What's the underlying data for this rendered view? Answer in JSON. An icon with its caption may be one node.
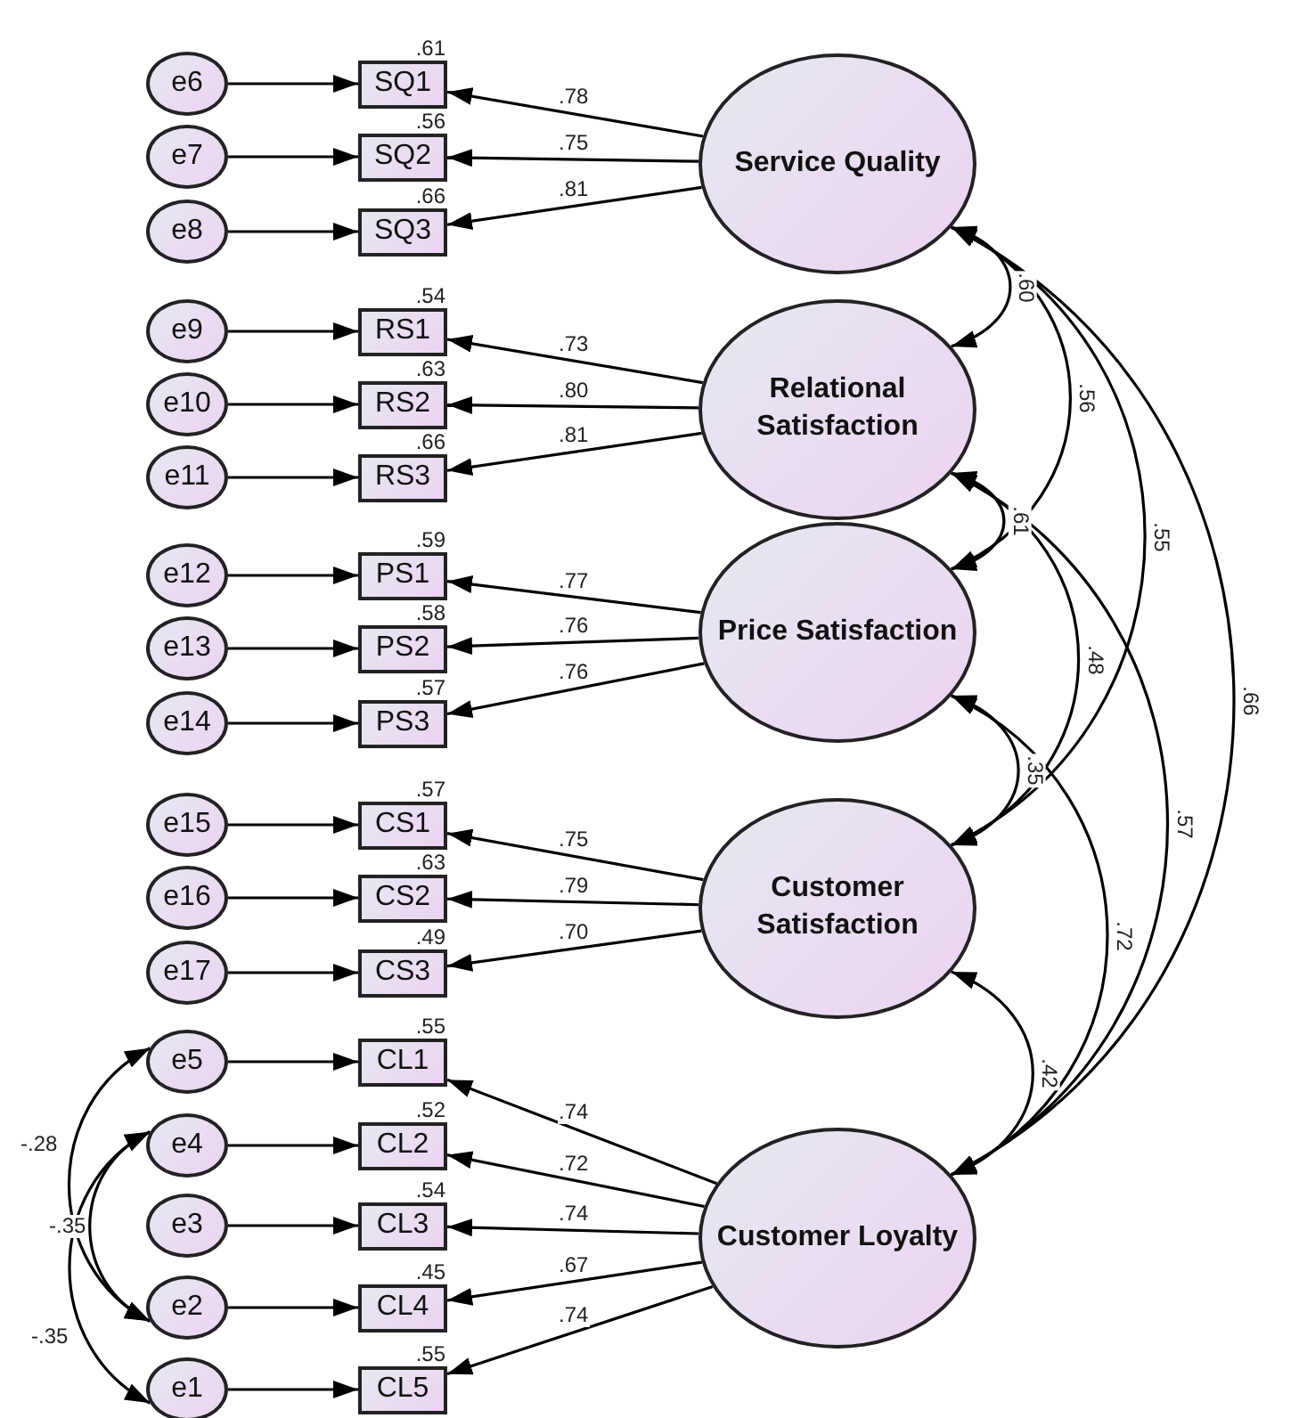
{
  "diagram": {
    "nodes": [
      {
        "text": [
          "e6"
        ]
      },
      {
        "text": [
          "e7"
        ]
      },
      {
        "text": [
          "e8"
        ]
      },
      {
        "text": [
          "e9"
        ]
      },
      {
        "text": [
          "e10"
        ]
      },
      {
        "text": [
          "e11"
        ]
      },
      {
        "text": [
          "e12"
        ]
      },
      {
        "text": [
          "e13"
        ]
      },
      {
        "text": [
          "e14"
        ]
      },
      {
        "text": [
          "e15"
        ]
      },
      {
        "text": [
          "e16"
        ]
      },
      {
        "text": [
          "e17"
        ]
      },
      {
        "text": [
          "e5"
        ]
      },
      {
        "text": [
          "e4"
        ]
      },
      {
        "text": [
          "e3"
        ]
      },
      {
        "text": [
          "e2"
        ]
      },
      {
        "text": [
          "e1"
        ]
      },
      {
        "text": [
          "SQ1"
        ],
        "beside": [
          ".61"
        ]
      },
      {
        "text": [
          "SQ2"
        ],
        "beside": [
          ".56"
        ]
      },
      {
        "text": [
          "SQ3"
        ],
        "beside": [
          ".66"
        ]
      },
      {
        "text": [
          "RS1"
        ],
        "beside": [
          ".54"
        ]
      },
      {
        "text": [
          "RS2"
        ],
        "beside": [
          ".63"
        ]
      },
      {
        "text": [
          "RS3"
        ],
        "beside": [
          ".66"
        ]
      },
      {
        "text": [
          "PS1"
        ],
        "beside": [
          ".59"
        ]
      },
      {
        "text": [
          "PS2"
        ],
        "beside": [
          ".58"
        ]
      },
      {
        "text": [
          "PS3"
        ],
        "beside": [
          ".57"
        ]
      },
      {
        "text": [
          "CS1"
        ],
        "beside": [
          ".57"
        ]
      },
      {
        "text": [
          "CS2"
        ],
        "beside": [
          ".63"
        ]
      },
      {
        "text": [
          "CS3"
        ],
        "beside": [
          ".49"
        ]
      },
      {
        "text": [
          "CL1"
        ],
        "beside": [
          ".55"
        ]
      },
      {
        "text": [
          "CL2"
        ],
        "beside": [
          ".52"
        ]
      },
      {
        "text": [
          "CL3"
        ],
        "beside": [
          ".54"
        ]
      },
      {
        "text": [
          "CL4"
        ],
        "beside": [
          ".45"
        ]
      },
      {
        "text": [
          "CL5"
        ],
        "beside": [
          ".55"
        ]
      },
      {
        "text": [
          "Service Quality"
        ]
      },
      {
        "text": [
          "Relational Satisfaction"
        ]
      },
      {
        "text": [
          "Price Satisfaction"
        ]
      },
      {
        "text": [
          "Customer Satisfaction"
        ]
      },
      {
        "text": [
          "Customer Loyalty"
        ]
      }
    ],
    "edges": [
      {
        "from": 0,
        "to": 17,
        "arrow": "to"
      },
      {
        "from": 1,
        "to": 18,
        "arrow": "to"
      },
      {
        "from": 2,
        "to": 19,
        "arrow": "to"
      },
      {
        "from": 3,
        "to": 20,
        "arrow": "to"
      },
      {
        "from": 4,
        "to": 21,
        "arrow": "to"
      },
      {
        "from": 5,
        "to": 22,
        "arrow": "to"
      },
      {
        "from": 6,
        "to": 23,
        "arrow": "to"
      },
      {
        "from": 7,
        "to": 24,
        "arrow": "to"
      },
      {
        "from": 8,
        "to": 25,
        "arrow": "to"
      },
      {
        "from": 9,
        "to": 26,
        "arrow": "to"
      },
      {
        "from": 10,
        "to": 27,
        "arrow": "to"
      },
      {
        "from": 11,
        "to": 28,
        "arrow": "to"
      },
      {
        "from": 12,
        "to": 29,
        "arrow": "to"
      },
      {
        "from": 13,
        "to": 30,
        "arrow": "to"
      },
      {
        "from": 14,
        "to": 31,
        "arrow": "to"
      },
      {
        "from": 15,
        "to": 32,
        "arrow": "to"
      },
      {
        "from": 16,
        "to": 33,
        "arrow": "to"
      },
      {
        "from": 34,
        "to": 17,
        "arrow": "to",
        "label": ".78"
      },
      {
        "from": 34,
        "to": 18,
        "arrow": "to",
        "label": ".75"
      },
      {
        "from": 34,
        "to": 19,
        "arrow": "to",
        "label": ".81"
      },
      {
        "from": 35,
        "to": 20,
        "arrow": "to",
        "label": ".73"
      },
      {
        "from": 35,
        "to": 21,
        "arrow": "to",
        "label": ".80"
      },
      {
        "from": 35,
        "to": 22,
        "arrow": "to",
        "label": ".81"
      },
      {
        "from": 36,
        "to": 23,
        "arrow": "to",
        "label": ".77"
      },
      {
        "from": 36,
        "to": 24,
        "arrow": "to",
        "label": ".76"
      },
      {
        "from": 36,
        "to": 25,
        "arrow": "to",
        "label": ".76"
      },
      {
        "from": 37,
        "to": 26,
        "arrow": "to",
        "label": ".75"
      },
      {
        "from": 37,
        "to": 27,
        "arrow": "to",
        "label": ".79"
      },
      {
        "from": 37,
        "to": 28,
        "arrow": "to",
        "label": ".70"
      },
      {
        "from": 38,
        "to": 29,
        "arrow": "to",
        "label": ".74"
      },
      {
        "from": 38,
        "to": 30,
        "arrow": "to",
        "label": ".72"
      },
      {
        "from": 38,
        "to": 31,
        "arrow": "to",
        "label": ".74"
      },
      {
        "from": 38,
        "to": 32,
        "arrow": "to",
        "label": ".67"
      },
      {
        "from": 38,
        "to": 33,
        "arrow": "to",
        "label": ".74"
      },
      {
        "from": 12,
        "to": 15,
        "arrow": "both",
        "label": "-.28"
      },
      {
        "from": 13,
        "to": 15,
        "arrow": "both",
        "label": "-.35"
      },
      {
        "from": 13,
        "to": 16,
        "arrow": "both",
        "label": "-.35"
      },
      {
        "from": 34,
        "to": 35,
        "arrow": "both",
        "label": ".60"
      },
      {
        "from": 34,
        "to": 36,
        "arrow": "both",
        "label": ".56"
      },
      {
        "from": 34,
        "to": 37,
        "arrow": "both",
        "label": ".55"
      },
      {
        "from": 34,
        "to": 38,
        "arrow": "both",
        "label": ".66"
      },
      {
        "from": 35,
        "to": 36,
        "arrow": "both",
        "label": ".61"
      },
      {
        "from": 35,
        "to": 37,
        "arrow": "both",
        "label": ".48"
      },
      {
        "from": 35,
        "to": 38,
        "arrow": "both",
        "label": ".57"
      },
      {
        "from": 36,
        "to": 37,
        "arrow": "both",
        "label": ".35"
      },
      {
        "from": 36,
        "to": 38,
        "arrow": "both",
        "label": ".72"
      },
      {
        "from": 37,
        "to": 38,
        "arrow": "both",
        "label": ".42"
      }
    ]
  }
}
